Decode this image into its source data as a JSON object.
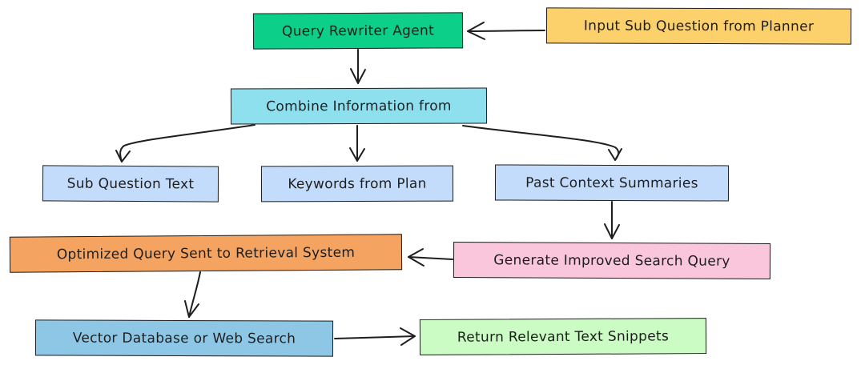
{
  "colors": {
    "stroke": "#1e1e1e",
    "green": "#0ccf8a",
    "yellow": "#fcd06b",
    "cyan": "#8fe0ef",
    "light_blue": "#c3dcfb",
    "orange": "#f4a460",
    "pink": "#f9c6dc",
    "blue": "#8ec6e6",
    "light_green": "#cafcc3"
  },
  "nodes": {
    "query_rewriter_agent": {
      "label": "Query Rewriter Agent",
      "color": "green"
    },
    "input_sub_question": {
      "label": "Input Sub Question from Planner",
      "color": "yellow"
    },
    "combine_information": {
      "label": "Combine Information from",
      "color": "cyan"
    },
    "sub_question_text": {
      "label": "Sub Question Text",
      "color": "light_blue"
    },
    "keywords_from_plan": {
      "label": "Keywords from Plan",
      "color": "light_blue"
    },
    "past_context_summaries": {
      "label": "Past Context Summaries",
      "color": "light_blue"
    },
    "optimized_query": {
      "label": "Optimized Query Sent to Retrieval System",
      "color": "orange"
    },
    "generate_improved_query": {
      "label": "Generate Improved Search Query",
      "color": "pink"
    },
    "vector_database": {
      "label": "Vector Database or Web Search",
      "color": "blue"
    },
    "return_snippets": {
      "label": "Return Relevant Text Snippets",
      "color": "light_green"
    }
  },
  "edges": [
    {
      "from": "input_sub_question",
      "to": "query_rewriter_agent"
    },
    {
      "from": "query_rewriter_agent",
      "to": "combine_information"
    },
    {
      "from": "combine_information",
      "to": "sub_question_text"
    },
    {
      "from": "combine_information",
      "to": "keywords_from_plan"
    },
    {
      "from": "combine_information",
      "to": "past_context_summaries"
    },
    {
      "from": "past_context_summaries",
      "to": "generate_improved_query"
    },
    {
      "from": "generate_improved_query",
      "to": "optimized_query"
    },
    {
      "from": "optimized_query",
      "to": "vector_database"
    },
    {
      "from": "vector_database",
      "to": "return_snippets"
    }
  ]
}
